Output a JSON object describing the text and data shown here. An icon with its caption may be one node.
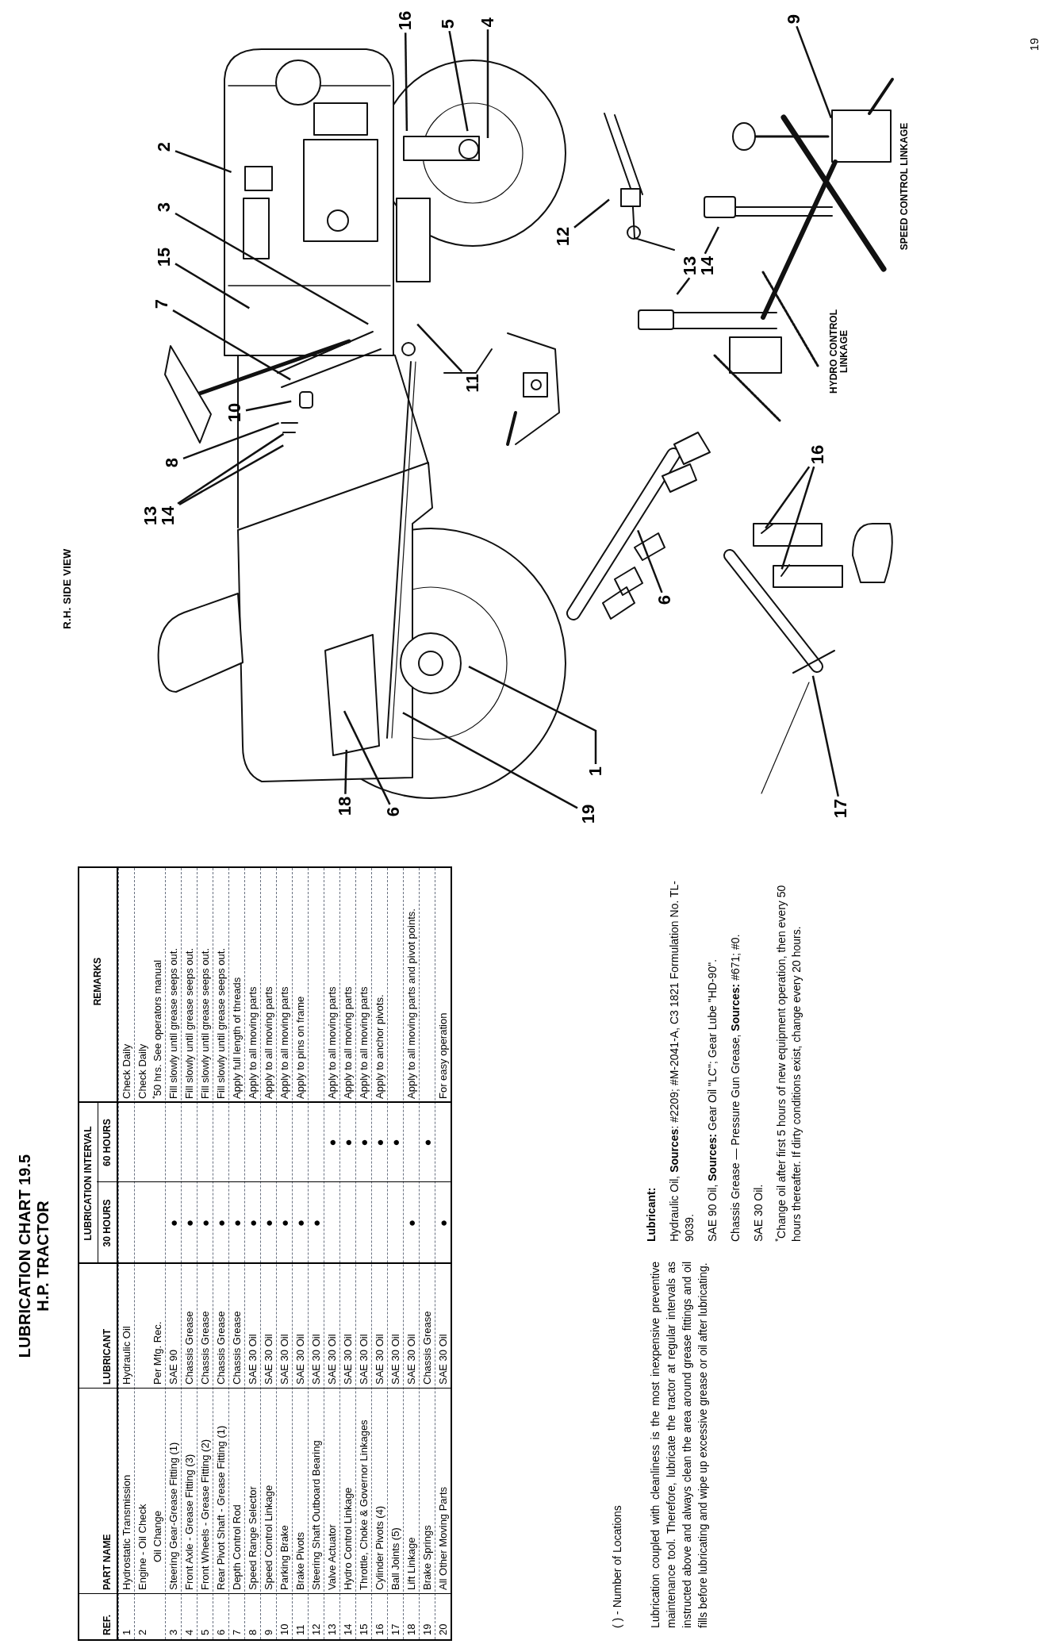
{
  "diagram": {
    "title": "LUBRICATION CHART 19.5 H.P. TRACTOR",
    "nodes": [
      {
        "text": [
          "16"
        ]
      },
      {
        "text": [
          "5"
        ]
      },
      {
        "text": [
          "4"
        ]
      },
      {
        "text": [
          "2"
        ]
      },
      {
        "text": [
          "3"
        ]
      },
      {
        "text": [
          "15"
        ]
      },
      {
        "text": [
          "7"
        ]
      },
      {
        "text": [
          "10"
        ]
      },
      {
        "text": [
          "11"
        ]
      },
      {
        "text": [
          "8"
        ]
      },
      {
        "text": [
          "13",
          "14"
        ]
      },
      {
        "text": [
          "18"
        ]
      },
      {
        "text": [
          "6"
        ]
      },
      {
        "text": [
          "19"
        ]
      },
      {
        "text": [
          "1"
        ]
      },
      {
        "text": [
          "17"
        ]
      },
      {
        "text": [
          "16"
        ]
      },
      {
        "text": [
          "6"
        ]
      },
      {
        "text": [
          "12"
        ]
      },
      {
        "text": [
          "13",
          "14"
        ]
      },
      {
        "text": [
          "9"
        ]
      }
    ],
    "edges": [
      {
        "from": 0,
        "to": null,
        "arrow": "none"
      },
      {
        "from": 1,
        "to": null,
        "arrow": "none"
      },
      {
        "from": 2,
        "to": null,
        "arrow": "none"
      },
      {
        "from": 3,
        "to": null,
        "arrow": "none"
      },
      {
        "from": 4,
        "to": null,
        "arrow": "none"
      },
      {
        "from": 5,
        "to": null,
        "arrow": "none"
      },
      {
        "from": 6,
        "to": null,
        "arrow": "none"
      },
      {
        "from": 7,
        "to": null,
        "arrow": "none"
      },
      {
        "from": 8,
        "to": null,
        "arrow": "none"
      },
      {
        "from": 9,
        "to": null,
        "arrow": "none"
      },
      {
        "from": 10,
        "to": null,
        "arrow": "none"
      },
      {
        "from": 10,
        "to": null,
        "arrow": "none"
      },
      {
        "from": 11,
        "to": null,
        "arrow": "none"
      },
      {
        "from": 12,
        "to": null,
        "arrow": "none"
      },
      {
        "from": 13,
        "to": null,
        "arrow": "none"
      },
      {
        "from": 14,
        "to": null,
        "arrow": "none"
      },
      {
        "from": 15,
        "to": null,
        "arrow": "none"
      },
      {
        "from": 16,
        "to": null,
        "arrow": "none"
      },
      {
        "from": 16,
        "to": null,
        "arrow": "none"
      },
      {
        "from": 17,
        "to": null,
        "arrow": "none"
      },
      {
        "from": 18,
        "to": null,
        "arrow": "none"
      },
      {
        "from": 19,
        "to": null,
        "arrow": "none"
      },
      {
        "from": 19,
        "to": null,
        "arrow": "none"
      },
      {
        "from": 20,
        "to": null,
        "arrow": "none"
      }
    ],
    "labels": [
      "REF.",
      "PART NAME",
      "LUBRICANT",
      "LUBRICATION INTERVAL",
      "30 HOURS",
      "60 HOURS",
      "REMARKS",
      "1",
      "Hydrostatic Transmission",
      "Hydraulic Oil",
      "Check Daily",
      "2",
      "Engine - Oil Check",
      "Check Daily",
      "Oil Change",
      "Per Mfg. Rec.",
      "$^{*}$50 hrs. See operators manual",
      "3",
      "Steering Gear-Grease Fitting (1)",
      "SAE 90",
      "●",
      "Fill slowly until grease seeps out.",
      "4",
      "Front Axle - Grease Fitting (3)",
      "Chassis Grease",
      "●",
      "Fill slowly until grease seeps out.",
      "5",
      "Front Wheels - Grease Fitting (2)",
      "Chassis Grease",
      "●",
      "Fill slowly until grease seeps out.",
      "6",
      "Rear Pivot Shaft - Grease Fitting (1)",
      "Chassis Grease",
      "●",
      "Fill slowly until grease seeps out.",
      "7",
      "Depth Control Rod",
      "Chassis Grease",
      "●",
      "Apply full length of threads",
      "8",
      "Speed Range Selector",
      "SAE 30 Oil",
      "●",
      "Apply to all moving parts",
      "9",
      "Speed Control Linkage",
      "SAE 30 Oil",
      "●",
      "Apply to all moving parts",
      "10",
      "Parking Brake",
      "SAE 30 Oil",
      "●",
      "Apply to all moving parts",
      "11",
      "Brake Pivots",
      "SAE 30 Oil",
      "●",
      "Apply to pins on frame",
      "12",
      "Steering Shaft Outboard Bearing",
      "SAE 30 Oil",
      "●",
      "13",
      "Valve Actuator",
      "SAE 30 Oil",
      "●",
      "Apply to all moving parts",
      "14",
      "Hydro Control Linkage",
      "SAE 30 Oil",
      "●",
      "Apply to all moving parts",
      "15",
      "Throttle, Choke & Governor Linkages",
      "SAE 30 Oil",
      "●",
      "Apply to all moving parts",
      "16",
      "Cylinder Pivots (4)",
      "SAE 30 Oil",
      "●",
      "Apply to anchor pivots.",
      "17",
      "Ball Joints (5)",
      "SAE 30 Oil",
      "●",
      "18",
      "Lift Linkage",
      "SAE 30 Oil",
      "●",
      "Apply to all moving parts and pivot points.",
      "19",
      "Brake Springs",
      "Chassis Grease",
      "●",
      "20",
      "All Other Moving Parts",
      "SAE 30 Oil",
      "●",
      "For easy operation",
      "( ) - Number of Locations",
      "Lubrication coupled with cleanliness is the most inexpensive preventive maintenance tool. Therefore, lubricate the tractor at regular intervals as instructed above and always clean the area around grease fittings and oil fills before lubricating and wipe up excessive grease or oil after lubricating.",
      "Lubricant:",
      "Hydraulic Oil, **Sources**: #2209; #M-2041-A, C3 1821 Formulation No. TL-9039.",
      "SAE 90 Oil, **Sources:** Gear Oil \"LC\"; Gear Lube \"HD-90\".",
      "Chassis Grease — Pressure Gun Grease, **Sources:** #671; #0.",
      "SAE 30 Oil.",
      "$^{*}$Change oil after first 5 hours of new equipment operation, then every 50 hours thereafter. If dirty conditions exist, change every 20 hours.",
      "R.H. SIDE VIEW",
      "HYDRO CONTROL LINKAGE",
      "SPEED CONTROL LINKAGE",
      "19"
    ]
  }
}
